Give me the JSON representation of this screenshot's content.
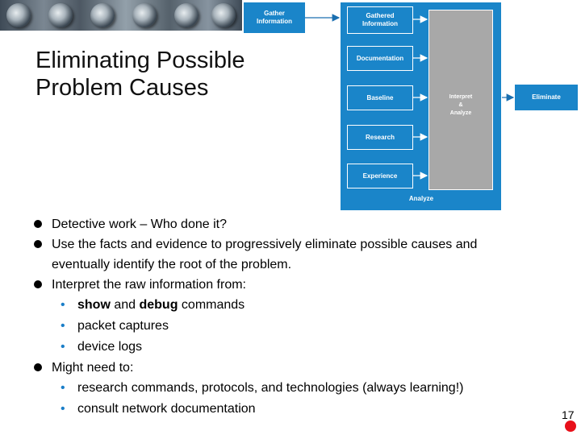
{
  "slide": {
    "title_line1": "Eliminating Possible",
    "title_line2": "Problem Causes",
    "page_number": "17"
  },
  "diagram": {
    "gather_info_left": [
      "Gather",
      "Information"
    ],
    "gathered_info": [
      "Gathered",
      "Information"
    ],
    "documentation": "Documentation",
    "baseline": "Baseline",
    "research": "Research",
    "experience": "Experience",
    "interpret": [
      "Interpret",
      "&",
      "Analyze"
    ],
    "eliminate": "Eliminate",
    "analyze": "Analyze",
    "colors": {
      "box": "#1a85c9",
      "gray": "#a8a8a8"
    }
  },
  "bullets": {
    "b1": "Detective work – Who done it?",
    "b2_line1": "Use the facts and evidence to progressively eliminate possible causes and",
    "b2_line2": "eventually identify the root of the problem.",
    "b3": "Interpret the raw information from:",
    "b3_sub1_bold1": "show",
    "b3_sub1_mid": " and ",
    "b3_sub1_bold2": "debug",
    "b3_sub1_end": " commands",
    "b3_sub2": "packet captures",
    "b3_sub3": "device logs",
    "b4": "Might need to:",
    "b4_sub1": "research commands, protocols, and technologies (always learning!)",
    "b4_sub2": "consult network documentation"
  }
}
